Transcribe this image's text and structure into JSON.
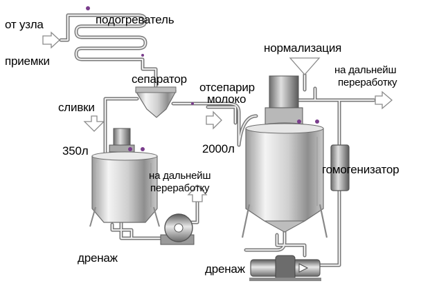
{
  "labels": {
    "from_node_line1": "от узла",
    "from_node_line2": "приемки",
    "heater": "подогреватель",
    "separator": "сепаратор",
    "normalization": "нормализация",
    "further_processing_top_1": "на дальнейш",
    "further_processing_top_2": "переработку",
    "cream": "сливки",
    "skimmed_1": "отсепарир",
    "skimmed_2": "молоко",
    "small_tank_volume": "350л",
    "large_tank_volume": "2000л",
    "further_processing_mid_1": "на дальнейш",
    "further_processing_mid_2": "переработку",
    "homogenizer": "гомогенизатор",
    "drain_left": "дренаж",
    "drain_right": "дренаж"
  },
  "colors": {
    "pipe": "#7a7a7a",
    "pipe_light": "#d8d8d8",
    "tank_light": "#f2f2f2",
    "tank_dark": "#8c8c8c",
    "valve": "#7a3d8c"
  }
}
